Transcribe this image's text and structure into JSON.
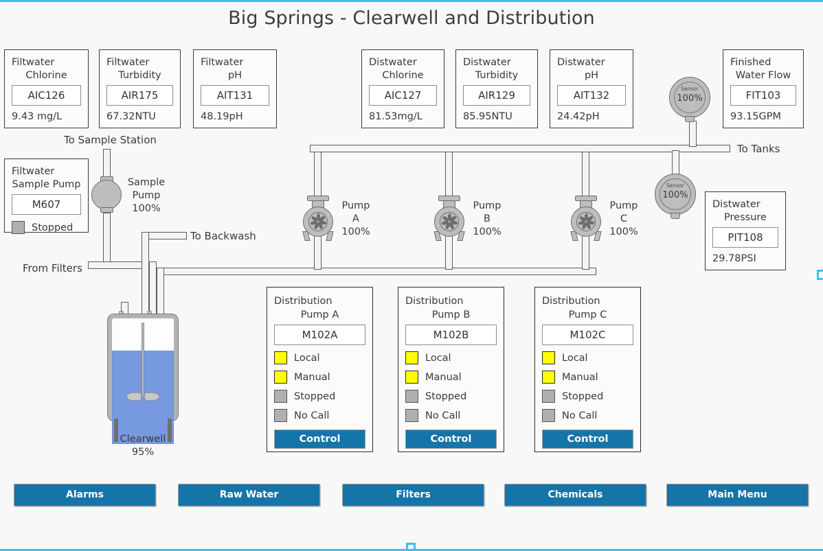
{
  "page": {
    "title": "Big Springs - Clearwell and Distribution",
    "accent_blue": "#1574a8",
    "lamp_yellow": "#ffff00",
    "lamp_gray": "#b0b0b0",
    "water_blue": "#7699e0",
    "chrome_cyan": "#41bdf0"
  },
  "analog_panels": [
    {
      "line1": "Filtwater",
      "line2": "Chlorine",
      "tag": "AIC126",
      "value": "9.43  mg/L"
    },
    {
      "line1": "Filtwater",
      "line2": "Turbidity",
      "tag": "AIR175",
      "value": "67.32NTU"
    },
    {
      "line1": "Filtwater",
      "line2": "pH",
      "tag": "AIT131",
      "value": "48.19pH"
    },
    {
      "line1": "Distwater",
      "line2": "Chlorine",
      "tag": "AIC127",
      "value": "81.53mg/L"
    },
    {
      "line1": "Distwater",
      "line2": "Turbidity",
      "tag": "AIR129",
      "value": "85.95NTU"
    },
    {
      "line1": "Distwater",
      "line2": "pH",
      "tag": "AIT132",
      "value": "24.42pH"
    },
    {
      "line1": "Finished",
      "line2": "Water Flow",
      "tag": "FIT103",
      "value": "93.15GPM"
    },
    {
      "line1": "Distwater",
      "line2": "Pressure",
      "tag": "PIT108",
      "value": "29.78PSI"
    }
  ],
  "sample_pump_panel": {
    "line1": "Filtwater",
    "line2": "Sample Pump",
    "tag": "M607",
    "status": "Stopped"
  },
  "distribution_panels": [
    {
      "line1": "Distribution",
      "line2": "Pump A",
      "tag": "M102A",
      "statuses": [
        {
          "label": "Local",
          "state": "yellow"
        },
        {
          "label": "Manual",
          "state": "yellow"
        },
        {
          "label": "Stopped",
          "state": "gray"
        },
        {
          "label": "No Call",
          "state": "gray"
        }
      ],
      "button": "Control"
    },
    {
      "line1": "Distribution",
      "line2": "Pump B",
      "tag": "M102B",
      "statuses": [
        {
          "label": "Local",
          "state": "yellow"
        },
        {
          "label": "Manual",
          "state": "yellow"
        },
        {
          "label": "Stopped",
          "state": "gray"
        },
        {
          "label": "No Call",
          "state": "gray"
        }
      ],
      "button": "Control"
    },
    {
      "line1": "Distribution",
      "line2": "Pump C",
      "tag": "M102C",
      "statuses": [
        {
          "label": "Local",
          "state": "yellow"
        },
        {
          "label": "Manual",
          "state": "yellow"
        },
        {
          "label": "Stopped",
          "state": "gray"
        },
        {
          "label": "No Call",
          "state": "gray"
        }
      ],
      "button": "Control"
    }
  ],
  "equipment": {
    "sample_pump": {
      "name_l1": "Sample",
      "name_l2": "Pump",
      "speed": "100%"
    },
    "pump_a": {
      "name_l1": "Pump",
      "name_l2": "A",
      "speed": "100%"
    },
    "pump_b": {
      "name_l1": "Pump",
      "name_l2": "B",
      "speed": "100%"
    },
    "pump_c": {
      "name_l1": "Pump",
      "name_l2": "C",
      "speed": "100%"
    },
    "clearwell": {
      "name": "Clearwell",
      "level": "95%",
      "level_pct": 95
    },
    "flow_sensor": {
      "caption": "Sensor",
      "value": "100%"
    },
    "pressure_sensor": {
      "caption": "Sensor",
      "value": "100%"
    }
  },
  "pipe_labels": {
    "to_sample_station": "To Sample Station",
    "to_backwash": "To Backwash",
    "from_filters": "From Filters",
    "to_tanks": "To Tanks"
  },
  "nav_buttons": [
    {
      "label": "Alarms"
    },
    {
      "label": "Raw Water"
    },
    {
      "label": "Filters"
    },
    {
      "label": "Chemicals"
    },
    {
      "label": "Main Menu"
    }
  ]
}
